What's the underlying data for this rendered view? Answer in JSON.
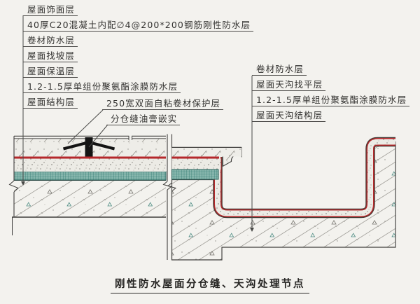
{
  "title": {
    "text": "刚性防水屋面分仓缝、天沟处理节点"
  },
  "left_labels": [
    "屋面饰面层",
    "40厚C20混凝土内配∅4@200*200钢筋刚性防水层",
    "卷材防水层",
    "屋面找坡层",
    "屋面保温层",
    "1.2-1.5厚单组份聚氨酯涂膜防水层",
    "屋面结构层"
  ],
  "joint_labels": [
    "250宽双面自粘卷材保护层",
    "分仓缝油膏嵌实"
  ],
  "right_labels": [
    "卷材防水层",
    "屋面天沟找平层",
    "1.2-1.5厚单组份聚氨酯涂膜防水层",
    "屋面天沟结构层"
  ],
  "colors": {
    "background": "#f3f2ee",
    "line": "#3f3e3c",
    "membrane_red": "#b5282b",
    "insulation_teal": "#88b7ae",
    "joint_sealant_black": "#141414"
  }
}
